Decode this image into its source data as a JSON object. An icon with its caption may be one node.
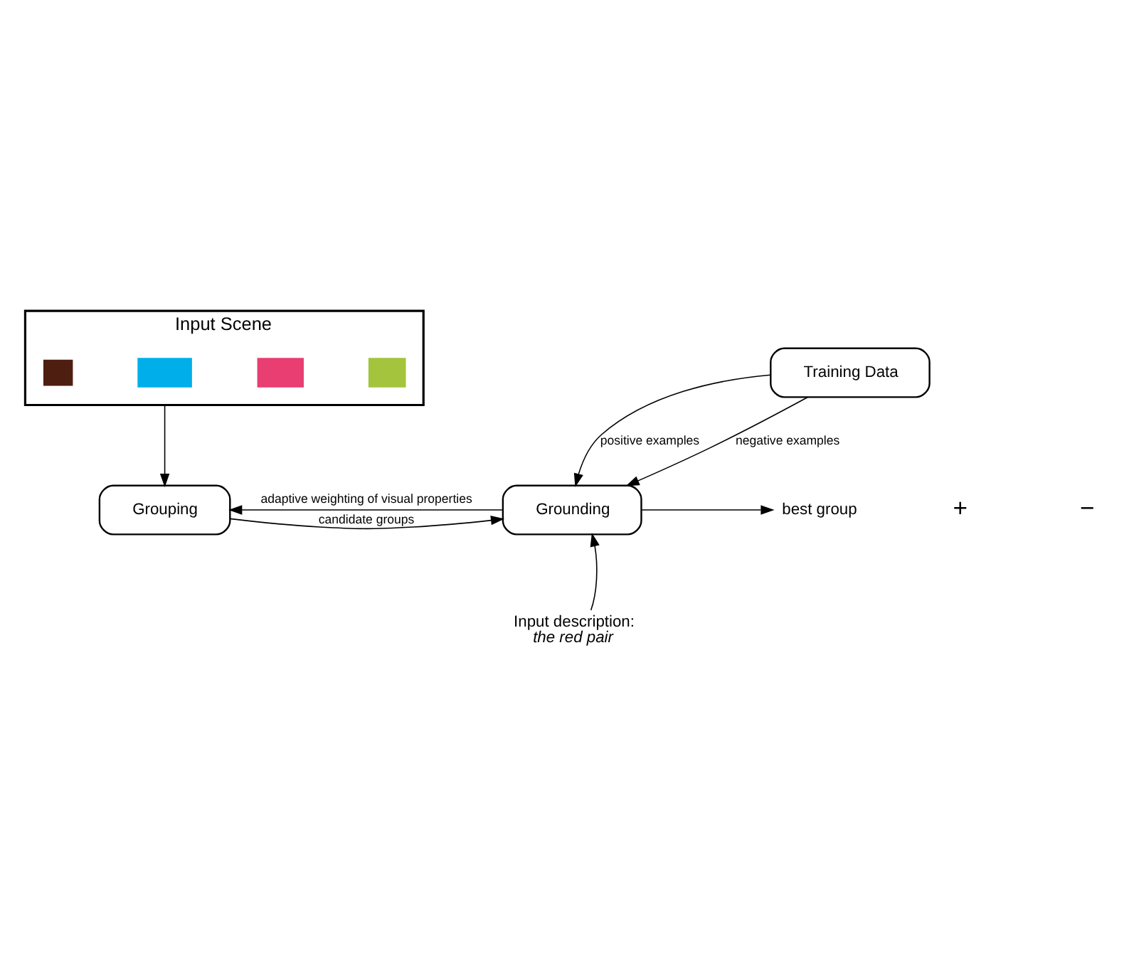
{
  "diagram": {
    "nodes": [
      {
        "text": [
          "Input Scene"
        ]
      },
      {
        "text": [],
        "shape": "box",
        "in": 0
      },
      {
        "text": [],
        "shape": "box",
        "in": 0
      },
      {
        "text": [],
        "shape": "box",
        "in": 0
      },
      {
        "text": [],
        "shape": "box",
        "in": 0
      },
      {
        "text": [
          "Training Data"
        ]
      },
      {
        "text": [
          "Grouping"
        ]
      },
      {
        "text": [
          "Grounding"
        ]
      },
      {
        "text": [
          "best group"
        ]
      },
      {
        "text": [
          "Input description:",
          "the red pair"
        ]
      }
    ],
    "edges": [
      {
        "from": 0,
        "to": 6,
        "arrow": "to"
      },
      {
        "from": 6,
        "to": 7,
        "arrow": "to",
        "label": "candidate groups"
      },
      {
        "from": 5,
        "to": 7,
        "arrow": "to",
        "label": "positive examples"
      },
      {
        "from": 5,
        "to": 7,
        "arrow": "to",
        "label": "negative examples"
      },
      {
        "from": 7,
        "to": 6,
        "arrow": "to",
        "label": "adaptive weighting of visual properties"
      },
      {
        "from": 7,
        "to": 8,
        "arrow": "to"
      },
      {
        "from": 9,
        "to": 7,
        "arrow": "to"
      }
    ],
    "labels": [
      "+",
      "−"
    ]
  }
}
